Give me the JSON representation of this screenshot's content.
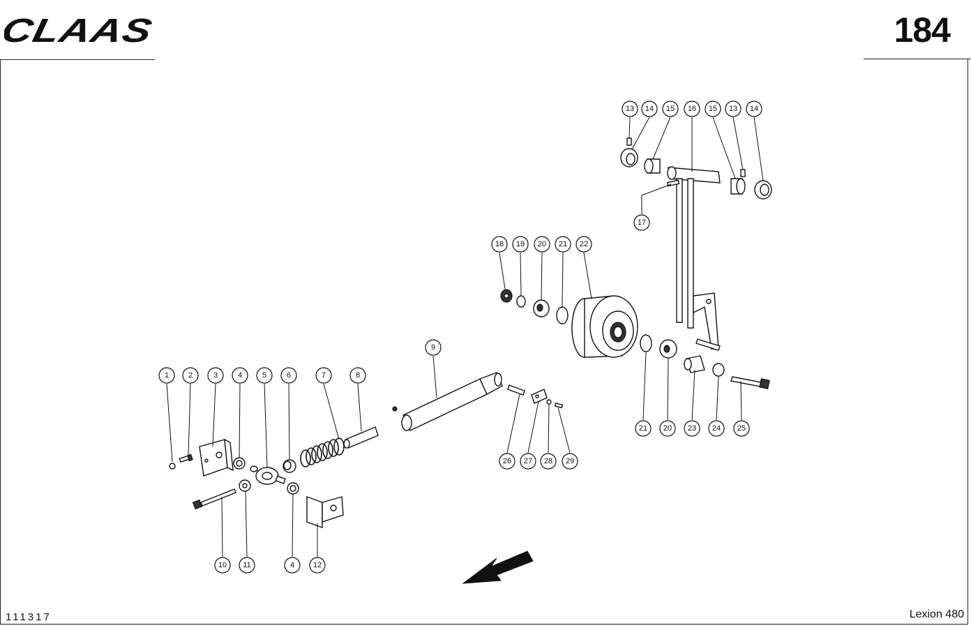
{
  "header": {
    "brand": "CLAAS",
    "page_number": "184"
  },
  "footer": {
    "doc_code": "111317",
    "model": "Lexion 480"
  },
  "callouts": [
    "1",
    "2",
    "3",
    "4",
    "5",
    "6",
    "7",
    "8",
    "9",
    "10",
    "11",
    "4",
    "12",
    "13",
    "14",
    "15",
    "16",
    "15",
    "13",
    "14",
    "17",
    "18",
    "19",
    "20",
    "21",
    "22",
    "21",
    "20",
    "23",
    "24",
    "25",
    "26",
    "27",
    "28",
    "29"
  ]
}
